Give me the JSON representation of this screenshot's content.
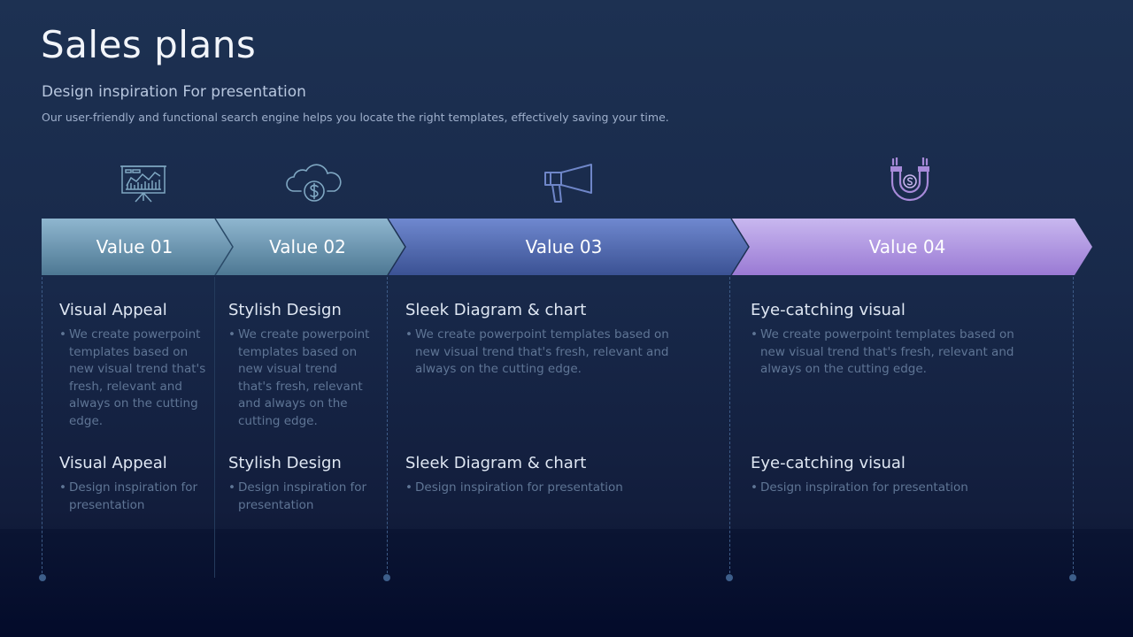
{
  "slide": {
    "title": "Sales plans",
    "subtitle": "Design inspiration For presentation",
    "description": "Our user-friendly and functional search engine helps you locate the right templates, effectively saving your time."
  },
  "stages": [
    {
      "label": "Value 01",
      "icon": "presentation-chart-icon",
      "color": "#5b8fae"
    },
    {
      "label": "Value 02",
      "icon": "cloud-dollar-icon",
      "color": "#5b8fae"
    },
    {
      "label": "Value 03",
      "icon": "megaphone-icon",
      "color": "#4e67ae"
    },
    {
      "label": "Value 04",
      "icon": "magnet-dollar-icon",
      "color": "#a78ad9"
    }
  ],
  "columns": [
    {
      "heading1": "Visual Appeal",
      "text1": "We create powerpoint templates based on new visual trend that's fresh, relevant and always on the cutting edge.",
      "heading2": "Visual Appeal",
      "text2": "Design inspiration for presentation"
    },
    {
      "heading1": "Stylish Design",
      "text1": "We create powerpoint templates based on new visual trend that's fresh, relevant and always on the cutting edge.",
      "heading2": "Stylish Design",
      "text2": "Design inspiration for presentation"
    },
    {
      "heading1": "Sleek Diagram & chart",
      "text1": "We create powerpoint templates based on new visual trend that's fresh, relevant and always on the cutting edge.",
      "heading2": "Sleek Diagram & chart",
      "text2": "Design inspiration for presentation"
    },
    {
      "heading1": "Eye-catching visual",
      "text1": "We create powerpoint templates based on new visual trend that's fresh, relevant and always on the cutting edge.",
      "heading2": "Eye-catching visual",
      "text2": "Design inspiration for presentation"
    }
  ]
}
